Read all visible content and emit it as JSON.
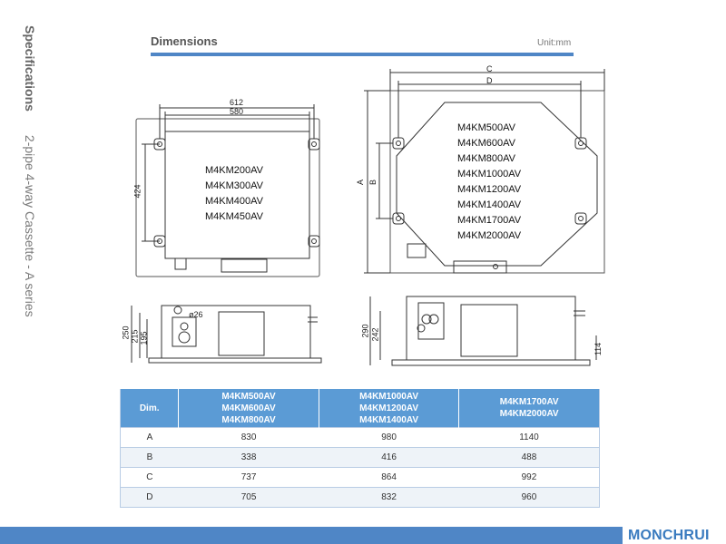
{
  "sidebar": {
    "title": "Specifications",
    "subtitle": "2-pipe 4-way Cassette - A series"
  },
  "header": {
    "title": "Dimensions",
    "unit": "Unit:mm"
  },
  "small_unit": {
    "width_outer": "612",
    "width_inner": "580",
    "height": "424",
    "models": [
      "M4KM200AV",
      "M4KM300AV",
      "M4KM400AV",
      "M4KM450AV"
    ]
  },
  "large_unit": {
    "label_c": "C",
    "label_d": "D",
    "label_a": "A",
    "label_b": "B",
    "models": [
      "M4KM500AV",
      "M4KM600AV",
      "M4KM800AV",
      "M4KM1000AV",
      "M4KM1200AV",
      "M4KM1400AV",
      "M4KM1700AV",
      "M4KM2000AV"
    ]
  },
  "small_side": {
    "h1": "250",
    "h2": "215",
    "h3": "195",
    "pipe": "ø26"
  },
  "large_side": {
    "h1": "290",
    "h2": "242",
    "h3": "114"
  },
  "table": {
    "headers": [
      "Dim.",
      "M4KM500AV\nM4KM600AV\nM4KM800AV",
      "M4KM1000AV\nM4KM1200AV\nM4KM1400AV",
      "M4KM1700AV\nM4KM2000AV"
    ],
    "rows": [
      [
        "A",
        "830",
        "980",
        "1140"
      ],
      [
        "B",
        "338",
        "416",
        "488"
      ],
      [
        "C",
        "737",
        "864",
        "992"
      ],
      [
        "D",
        "705",
        "832",
        "960"
      ]
    ]
  },
  "footer": {
    "brand": "MONCHRUI"
  },
  "colors": {
    "accent": "#4f86c6",
    "table_header": "#5b9bd5"
  }
}
